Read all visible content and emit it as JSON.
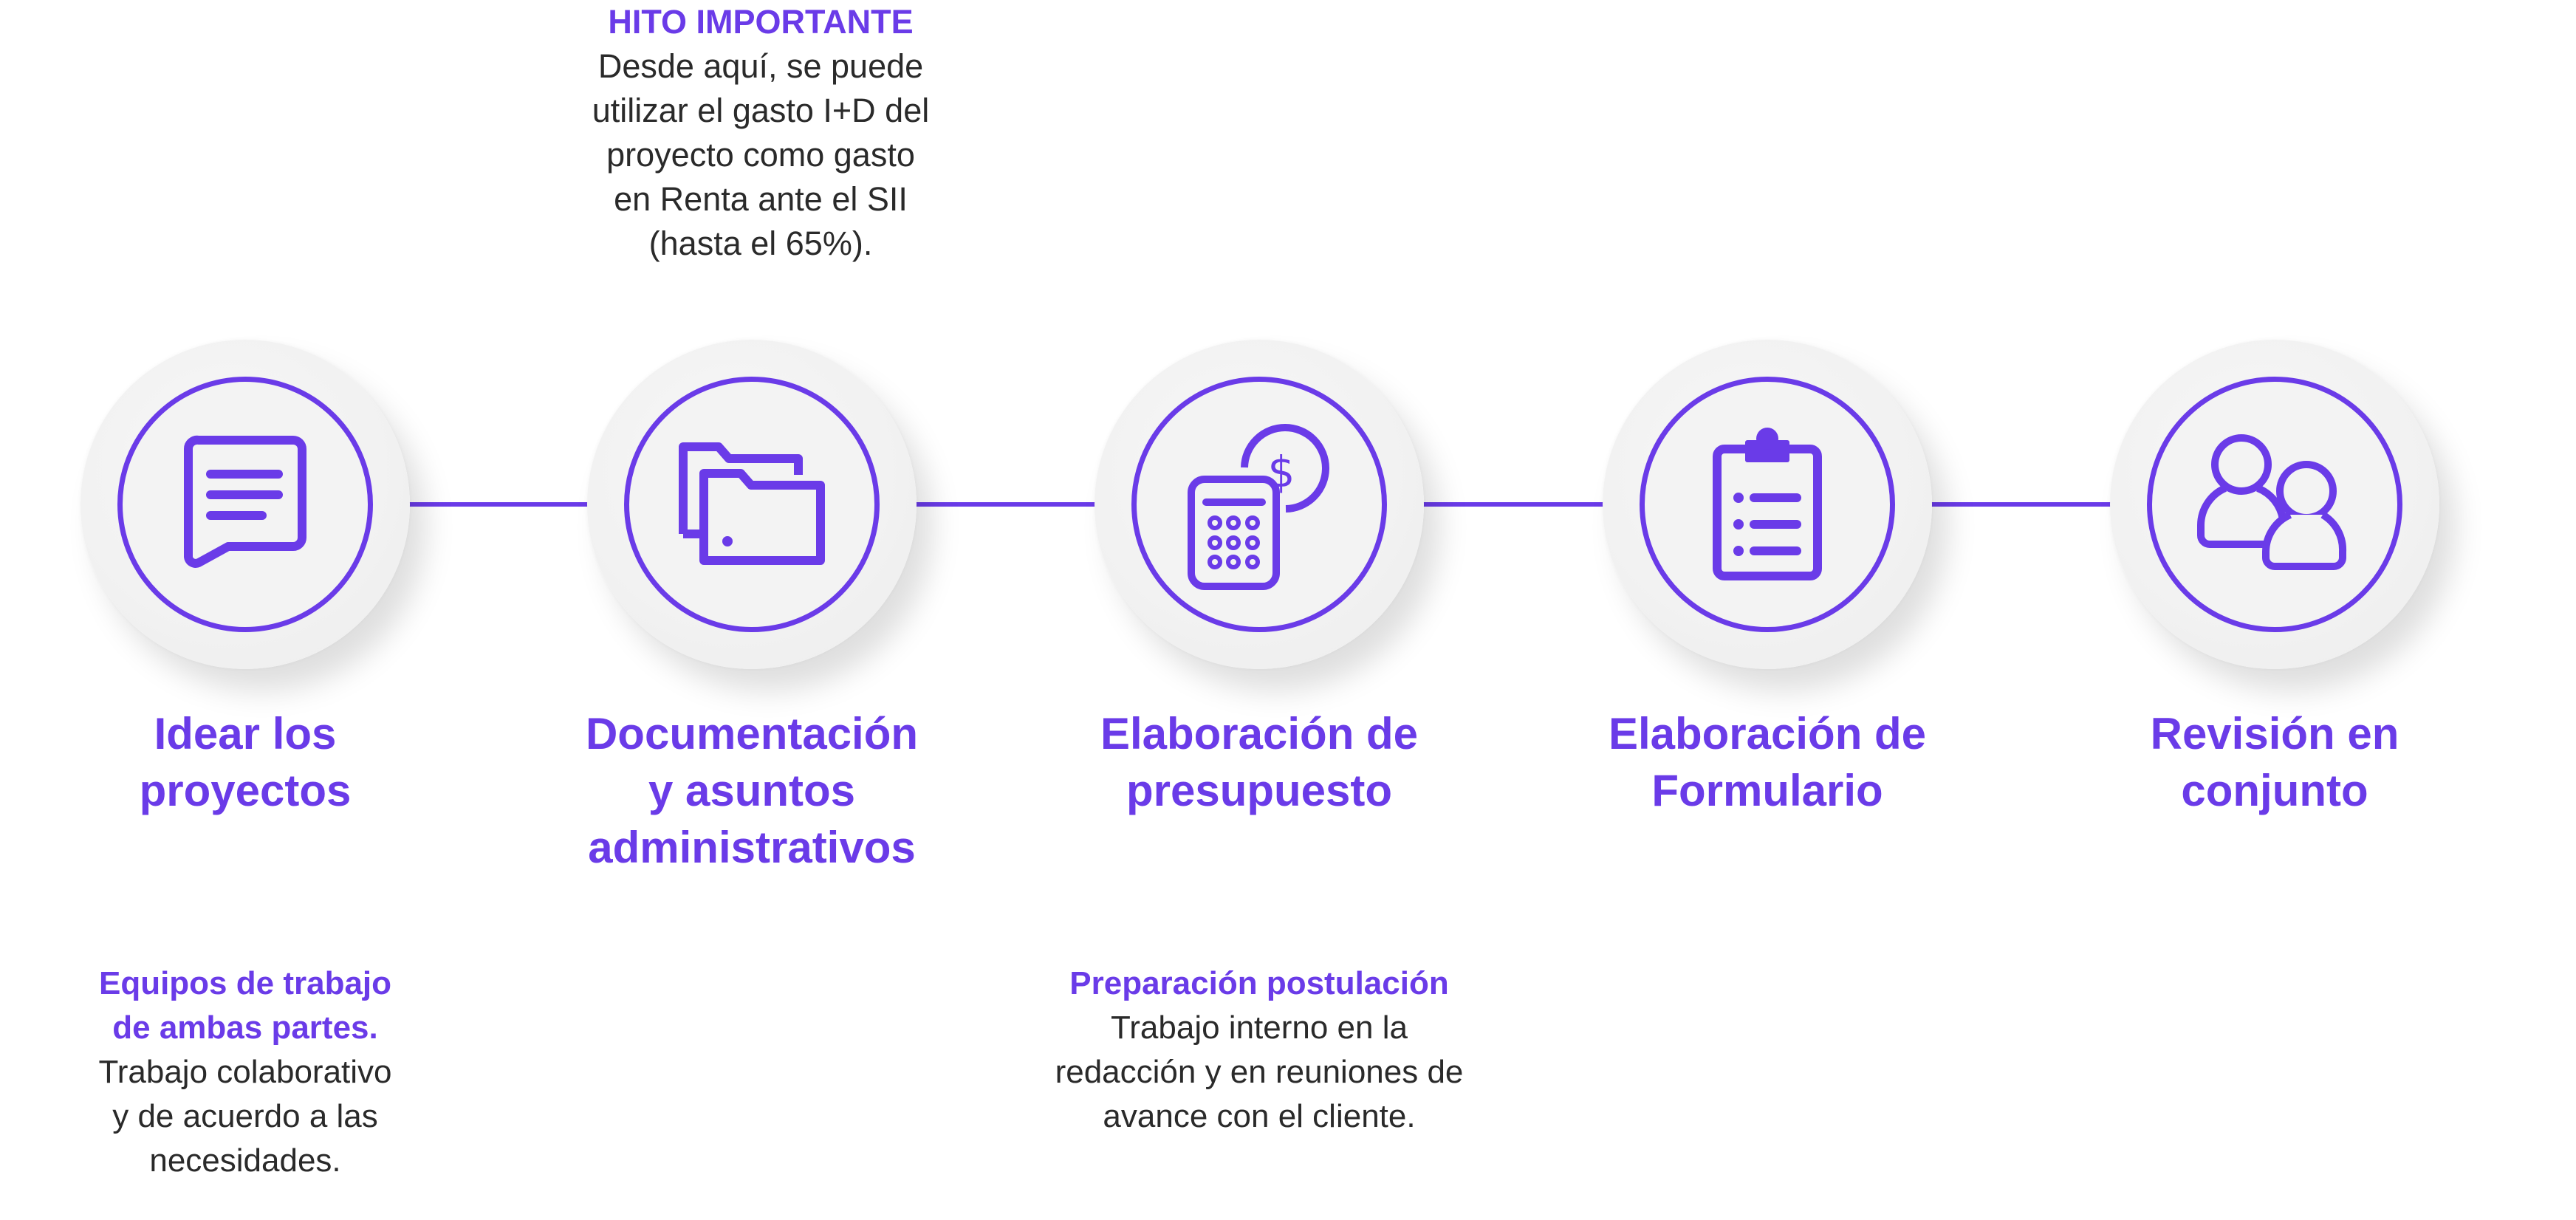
{
  "colors": {
    "accent": "#6A3BE8",
    "text": "#2a2a2a",
    "node_bg": "#f3f3f3"
  },
  "milestone": {
    "heading": "HITO IMPORTANTE",
    "lines": [
      "Desde aquí, se puede",
      "utilizar el gasto I+D del",
      "proyecto como gasto",
      "en Renta ante el SII",
      "(hasta el 65%)."
    ]
  },
  "steps": [
    {
      "icon": "chat-document-icon",
      "title_lines": [
        "Idear los",
        "proyectos"
      ]
    },
    {
      "icon": "folders-icon",
      "title_lines": [
        "Documentación",
        "y asuntos",
        "administrativos"
      ]
    },
    {
      "icon": "calculator-coin-icon",
      "title_lines": [
        "Elaboración de",
        "presupuesto"
      ]
    },
    {
      "icon": "clipboard-list-icon",
      "title_lines": [
        "Elaboración de",
        "Formulario"
      ]
    },
    {
      "icon": "users-icon",
      "title_lines": [
        "Revisión en",
        "conjunto"
      ]
    }
  ],
  "notes": [
    {
      "highlight_lines": [
        "Equipos de trabajo",
        "de ambas partes."
      ],
      "lines": [
        "Trabajo colaborativo",
        "y de acuerdo a las",
        "necesidades."
      ]
    },
    {
      "highlight_lines": [
        "Preparación postulación"
      ],
      "lines": [
        "Trabajo interno en la",
        "redacción y en reuniones de",
        "avance con el cliente."
      ]
    }
  ]
}
